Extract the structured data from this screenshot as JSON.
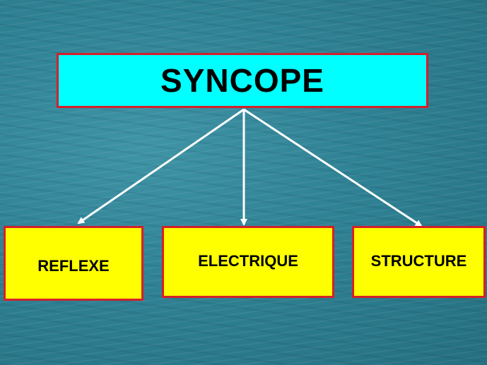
{
  "diagram": {
    "root": {
      "label": "SYNCOPE",
      "fill": "#00ffff"
    },
    "children": [
      {
        "id": "reflexe",
        "label": "REFLEXE"
      },
      {
        "id": "electrique",
        "label": "ELECTRIQUE"
      },
      {
        "id": "structure",
        "label": "STRUCTURE"
      }
    ],
    "colors": {
      "node_fill": "#ffff00",
      "border": "#d4202a",
      "arrow": "#ffffff",
      "background": "#2f8294"
    }
  }
}
